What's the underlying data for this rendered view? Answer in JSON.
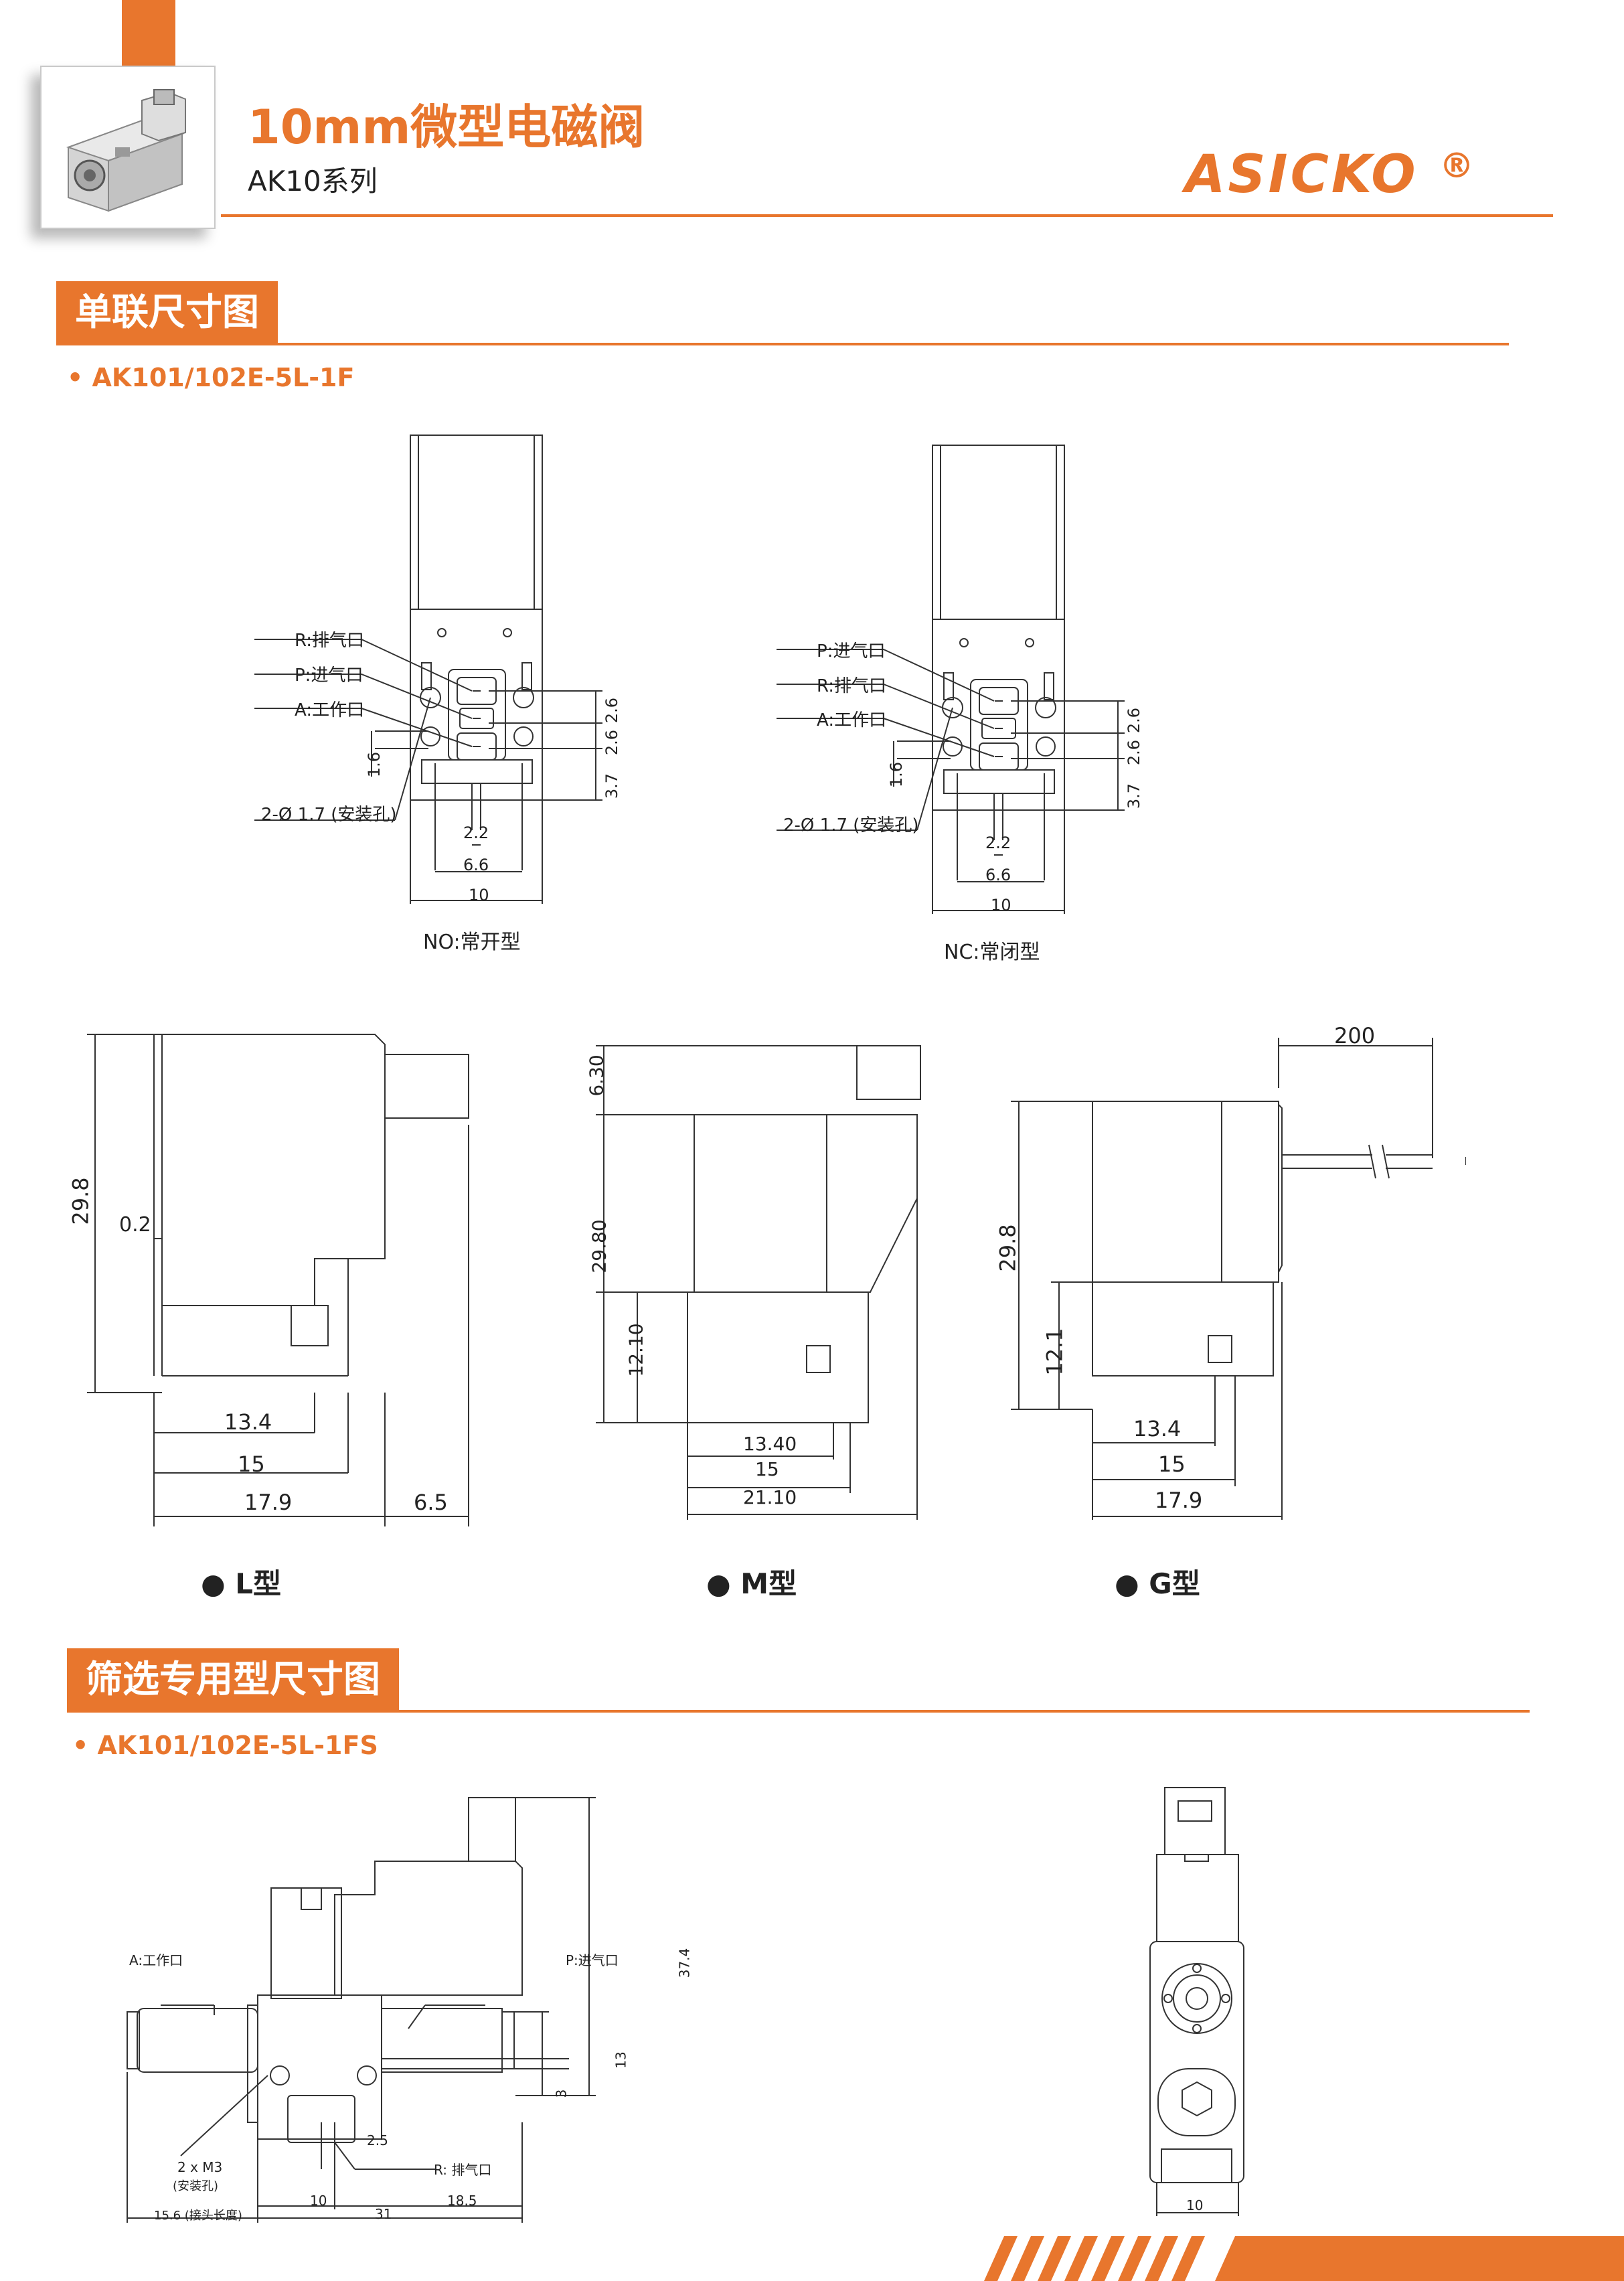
{
  "header": {
    "title": "10mm微型电磁阀",
    "subtitle": "AK10系列",
    "logo_text": "ASICKO",
    "logo_mark": "®",
    "accent_color": "#E8762D"
  },
  "section1": {
    "heading": "单联尺寸图",
    "model": "• AK101/102E-5L-1F",
    "no_view": {
      "caption": "NO:常开型",
      "labels": [
        "R:排气口",
        "P:进气口",
        "A:工作口",
        "2-Ø 1.7 (安装孔)"
      ],
      "dims": [
        "2.6",
        "2.6",
        "3.7",
        "1.6",
        "2.2",
        "6.6",
        "10"
      ]
    },
    "nc_view": {
      "caption": "NC:常闭型",
      "labels": [
        "P:进气口",
        "R:排气口",
        "A:工作口",
        "2-Ø 1.7 (安装孔)"
      ],
      "dims": [
        "2.6",
        "2.6",
        "3.7",
        "1.6",
        "2.2",
        "6.6",
        "10"
      ]
    },
    "l_type": {
      "label": "L型",
      "dims": {
        "height": "29.8",
        "gap": "0.2",
        "w1": "13.4",
        "w2": "15",
        "w3": "17.9",
        "w4": "6.5"
      }
    },
    "m_type": {
      "label": "M型",
      "dims": {
        "top": "6.30",
        "height": "29.80",
        "lower": "12.10",
        "w1": "13.40",
        "w2": "15",
        "w3": "21.10"
      }
    },
    "g_type": {
      "label": "G型",
      "dims": {
        "cable": "200",
        "height": "29.8",
        "lower": "12.1",
        "w1": "13.4",
        "w2": "15",
        "w3": "17.9"
      }
    }
  },
  "section2": {
    "heading": "筛选专用型尺寸图",
    "model": "• AK101/102E-5L-1FS",
    "side_view": {
      "labels": {
        "a_port": "A:工作口",
        "p_port": "P:进气口",
        "r_port": "R: 排气口",
        "mount": "2 x  M3",
        "mount_note": "(安装孔)",
        "joint": "15.6  (接头长度)"
      },
      "dims": {
        "h": "37.4",
        "h2": "13",
        "h3": "3",
        "d25": "2.5",
        "d10": "10",
        "d185": "18.5",
        "d31": "31"
      }
    },
    "end_view": {
      "dim": "10"
    }
  }
}
